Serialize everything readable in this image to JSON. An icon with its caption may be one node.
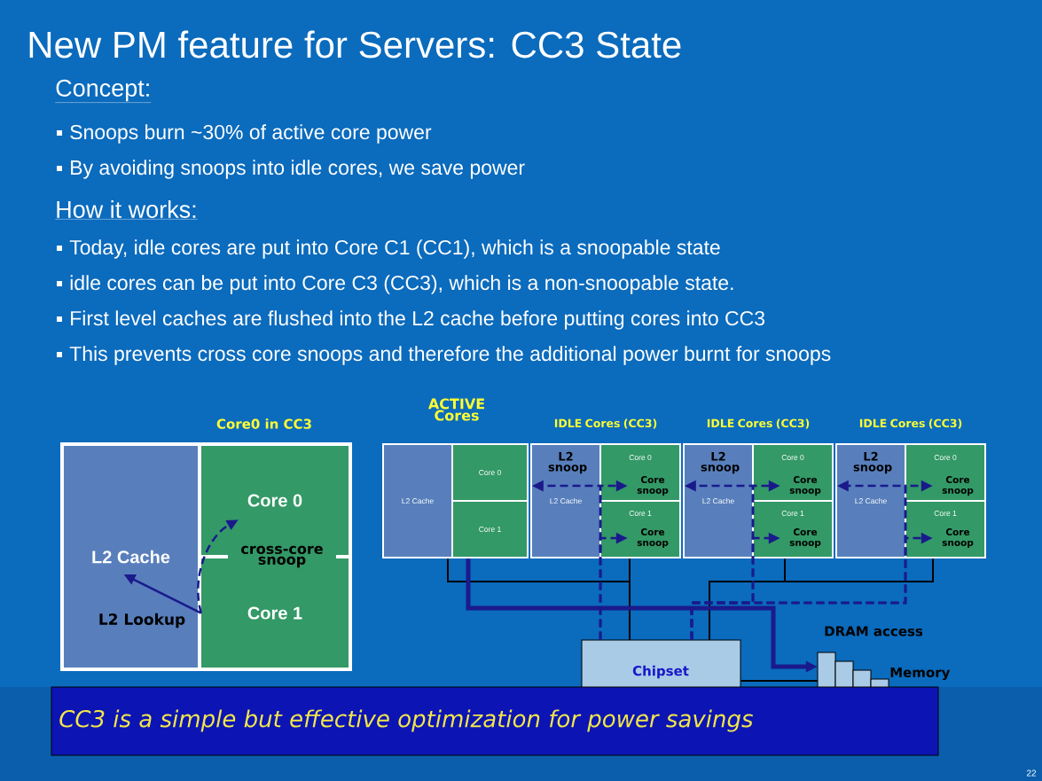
{
  "diagram": {
    "title": "New PM feature for Servers: CC3 State",
    "nodes": [
      {
        "text": [
          "Core0 in CC3"
        ]
      },
      {
        "text": [
          "L2 Cache"
        ],
        "in": 0
      },
      {
        "text": [
          "Core 0"
        ],
        "in": 0
      },
      {
        "text": [
          "Core 1"
        ],
        "in": 0
      },
      {
        "text": [
          "ACTIVE Cores"
        ]
      },
      {
        "text": [
          "L2 Cache"
        ],
        "in": 4
      },
      {
        "text": [
          "Core 0"
        ],
        "in": 4
      },
      {
        "text": [
          "Core 1"
        ],
        "in": 4
      },
      {
        "text": [
          "IDLE Cores (CC3)"
        ]
      },
      {
        "text": [
          "L2 Cache"
        ],
        "in": 8
      },
      {
        "text": [
          "Core 0"
        ],
        "in": 8
      },
      {
        "text": [
          "Core 1"
        ],
        "in": 8
      },
      {
        "text": [
          "IDLE Cores (CC3)"
        ]
      },
      {
        "text": [
          "L2 Cache"
        ],
        "in": 12
      },
      {
        "text": [
          "Core 0"
        ],
        "in": 12
      },
      {
        "text": [
          "Core 1"
        ],
        "in": 12
      },
      {
        "text": [
          "IDLE Cores (CC3)"
        ]
      },
      {
        "text": [
          "L2 Cache"
        ],
        "in": 16
      },
      {
        "text": [
          "Core 0"
        ],
        "in": 16
      },
      {
        "text": [
          "Core 1"
        ],
        "in": 16
      },
      {
        "text": [
          "Chipset"
        ]
      },
      {
        "text": [
          "Memory"
        ]
      }
    ],
    "edges": [
      {
        "from": 3,
        "to": 1,
        "arrow": "to",
        "label": "L2 Lookup"
      },
      {
        "from": 3,
        "to": 2,
        "arrow": "to",
        "style": "dashed",
        "label": "cross-core snoop"
      },
      {
        "from": 4,
        "to": 20,
        "arrow": "none",
        "color": "#000000"
      },
      {
        "from": 8,
        "to": 20,
        "arrow": "none",
        "color": "#000000"
      },
      {
        "from": 12,
        "to": 20,
        "arrow": "none",
        "color": "#000000"
      },
      {
        "from": 16,
        "to": 20,
        "arrow": "none",
        "color": "#000000"
      },
      {
        "from": 20,
        "to": 21,
        "arrow": "none",
        "color": "#000000"
      },
      {
        "from": 4,
        "to": 21,
        "arrow": "to",
        "style": "thick",
        "label": "DRAM access"
      },
      {
        "from": 20,
        "to": 9,
        "arrow": "to",
        "style": "dashed",
        "label": "L2 snoop"
      },
      {
        "from": 20,
        "to": 10,
        "arrow": "to",
        "style": "dashed",
        "label": "Core snoop"
      },
      {
        "from": 20,
        "to": 11,
        "arrow": "to",
        "style": "dashed",
        "label": "Core snoop"
      },
      {
        "from": 20,
        "to": 13,
        "arrow": "to",
        "style": "dashed",
        "label": "L2 snoop"
      },
      {
        "from": 20,
        "to": 14,
        "arrow": "to",
        "style": "dashed",
        "label": "Core snoop"
      },
      {
        "from": 20,
        "to": 15,
        "arrow": "to",
        "style": "dashed",
        "label": "Core snoop"
      },
      {
        "from": 20,
        "to": 17,
        "arrow": "to",
        "style": "dashed",
        "label": "L2 snoop"
      },
      {
        "from": 20,
        "to": 18,
        "arrow": "to",
        "style": "dashed",
        "label": "Core snoop"
      },
      {
        "from": 20,
        "to": 19,
        "arrow": "to",
        "style": "dashed",
        "label": "Core snoop"
      }
    ],
    "labels": [
      "Concept:",
      "Snoops burn ~30% of active core power",
      "By avoiding snoops into idle cores, we save power",
      "How it works:",
      "Today, idle cores are put into Core C1 (CC1), which is a snoopable state",
      "idle cores can be put into Core C3 (CC3), which is a non-snoopable state.",
      "First level caches are flushed into the L2 cache before putting cores into CC3",
      "This prevents cross core snoops and therefore the additional power burnt for snoops",
      "CC3 is a simple but effective optimization for power savings",
      "22"
    ]
  }
}
